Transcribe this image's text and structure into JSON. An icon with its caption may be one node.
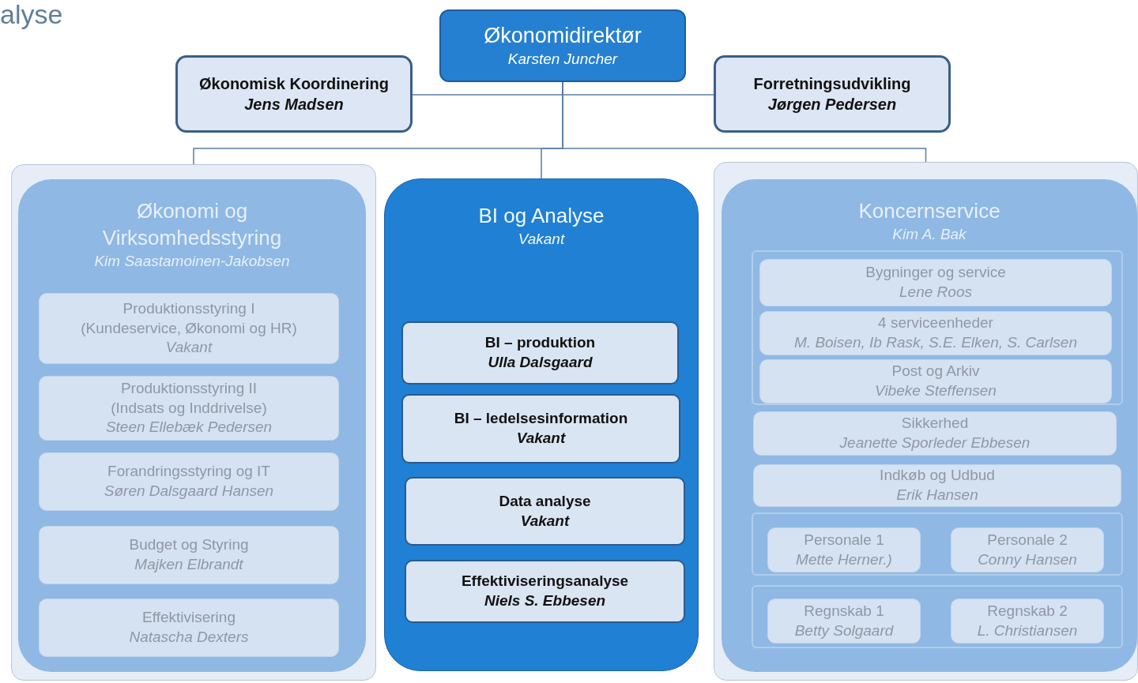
{
  "diagram": {
    "nodes": [
      {
        "text": [
          "Økonomidirektør",
          "Karsten Juncher"
        ]
      },
      {
        "text": [
          "Økonomisk Koordinering",
          "Jens Madsen"
        ]
      },
      {
        "text": [
          "Forretningsudvikling",
          "Jørgen Pedersen"
        ]
      },
      {
        "text": [],
        "shape": "box"
      },
      {
        "text": [
          "Økonomi og Virksomhedsstyring",
          "Kim Saastamoinen-Jakobsen"
        ],
        "in": 3
      },
      {
        "text": [
          "Produktionsstyring I",
          "(Kundeservice, Økonomi og HR)",
          "Vakant"
        ],
        "in": 4
      },
      {
        "text": [
          "Produktionsstyring II",
          "(Indsats og Inddrivelse)",
          "Steen Ellebæk Pedersen"
        ],
        "in": 4
      },
      {
        "text": [
          "Forandringsstyring og IT",
          "Søren Dalsgaard Hansen"
        ],
        "in": 4
      },
      {
        "text": [
          "Budget og Styring",
          "Majken Elbrandt"
        ],
        "in": 4
      },
      {
        "text": [
          "Effektivisering",
          "Natascha Dexters"
        ],
        "in": 4
      },
      {
        "text": [
          "BI og Analyse",
          "Vakant"
        ]
      },
      {
        "text": [
          "BI – produktion",
          "Ulla Dalsgaard"
        ],
        "in": 10
      },
      {
        "text": [
          "BI – ledelsesinformation",
          "Vakant"
        ],
        "in": 10
      },
      {
        "text": [
          "Data analyse",
          "Vakant"
        ],
        "in": 10
      },
      {
        "text": [
          "Effektiviseringsanalyse",
          "Niels S. Ebbesen"
        ],
        "in": 10
      },
      {
        "text": [],
        "shape": "box"
      },
      {
        "text": [
          "Koncernservice",
          "Kim A. Bak"
        ],
        "in": 15
      },
      {
        "text": [],
        "shape": "box",
        "in": 16
      },
      {
        "text": [
          "Bygninger og service",
          "Lene Roos"
        ],
        "in": 17
      },
      {
        "text": [
          "4 serviceenheder",
          "M. Boisen, Ib Rask, S.E. Elken, S. Carlsen"
        ],
        "in": 17
      },
      {
        "text": [
          "Post og Arkiv",
          "Vibeke Steffensen"
        ],
        "in": 17
      },
      {
        "text": [
          "Sikkerhed",
          "Jeanette Sporleder Ebbesen"
        ],
        "in": 16
      },
      {
        "text": [
          "Indkøb og Udbud",
          "Erik Hansen"
        ],
        "in": 16
      },
      {
        "text": [],
        "shape": "box",
        "in": 16
      },
      {
        "text": [
          "Personale 1",
          "Mette Herner.)"
        ],
        "in": 23
      },
      {
        "text": [
          "Personale 2",
          "Conny Hansen"
        ],
        "in": 23
      },
      {
        "text": [],
        "shape": "box",
        "in": 16
      },
      {
        "text": [
          "Regnskab 1",
          "Betty Solgaard"
        ],
        "in": 26
      },
      {
        "text": [
          "Regnskab 2",
          "L. Christiansen"
        ],
        "in": 26
      }
    ],
    "edges": [
      {
        "from": 0,
        "to": 1,
        "arrow": "none"
      },
      {
        "from": 0,
        "to": 2,
        "arrow": "none"
      },
      {
        "from": 0,
        "to": 3,
        "arrow": "none"
      },
      {
        "from": 0,
        "to": 10,
        "arrow": "none"
      },
      {
        "from": 0,
        "to": 15,
        "arrow": "none"
      }
    ],
    "labels": [
      "alyse"
    ]
  }
}
